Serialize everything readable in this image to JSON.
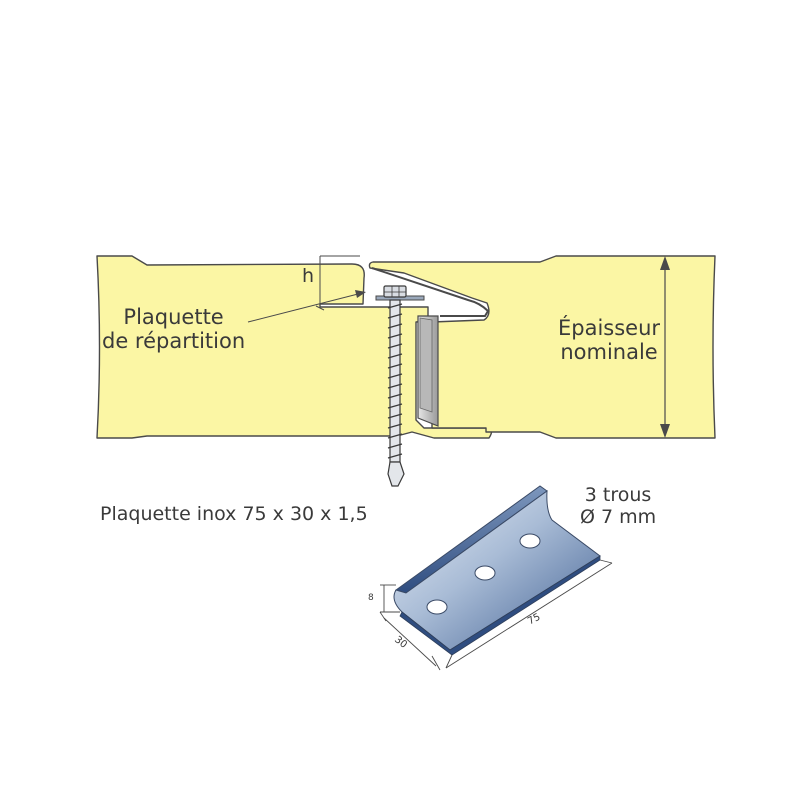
{
  "labels": {
    "h": "h",
    "plaquette_line1": "Plaquette",
    "plaquette_line2": "de répartition",
    "epaisseur_line1": "Épaisseur",
    "epaisseur_line2": "nominale",
    "title": "Plaquette inox 75 x 30 x 1,5",
    "holes_line1": "3 trous",
    "holes_line2": "Ø 7 mm"
  },
  "dimensions": {
    "height": "8",
    "width": "30",
    "length": "75"
  },
  "colors": {
    "panel_fill": "#fbf6a4",
    "outline": "#4a4a4a",
    "steel_light": "#dfe7f2",
    "steel_mid": "#9fb3cf",
    "steel_dark": "#4a6a9a",
    "bracket_fill": "#c8c8c8"
  }
}
